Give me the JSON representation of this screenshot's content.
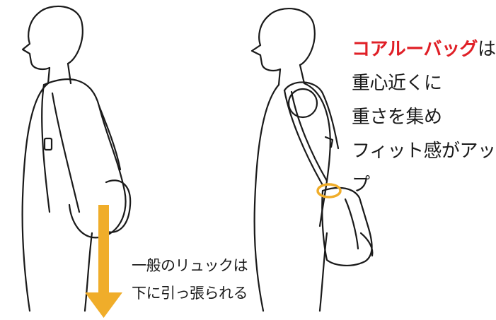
{
  "right_caption": {
    "brand_name": "コアルーバッグ",
    "brand_suffix": "は",
    "line2": "重心近くに",
    "line3": "重さを集め",
    "line4": "フィット感がアップ"
  },
  "left_caption": {
    "line1": "一般のリュックは",
    "line2": "下に引っ張られる"
  },
  "colors": {
    "brand_red": "#e01f26",
    "arrow_orange": "#f0ad2a",
    "ring_orange": "#f0ad2a",
    "line_dark": "#1a1a1a"
  }
}
